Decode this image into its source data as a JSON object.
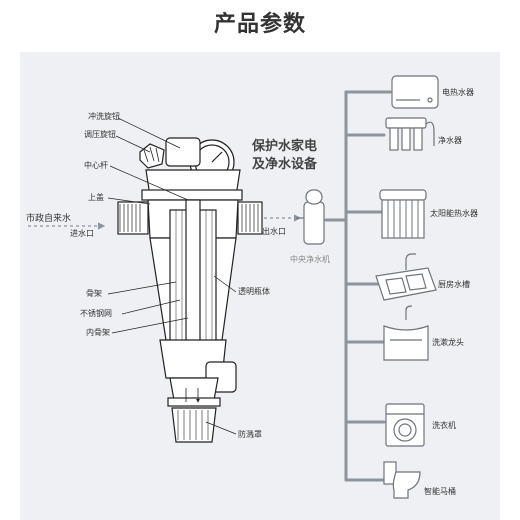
{
  "title": "产品参数",
  "left_labels": {
    "flush_knob": "冲洗旋钮",
    "pressure_knob": "调压旋钮",
    "center_rod": "中心杆",
    "upper_cover": "上盖",
    "skeleton": "骨架",
    "stainless_mesh": "不锈钢网",
    "inner_skeleton": "内骨架",
    "transparent_bottle": "透明瓶体",
    "anti_splash_cover": "防溅罩"
  },
  "flow": {
    "source": "市政自来水",
    "inlet": "进水口",
    "outlet": "出水口",
    "protect_line1": "保护水家电",
    "protect_line2": "及净水设备",
    "central_unit": "中央净水机"
  },
  "appliances": [
    {
      "name": "电热水器",
      "icon": "water-heater-icon"
    },
    {
      "name": "净水器",
      "icon": "water-purifier-icon"
    },
    {
      "name": "太阳能热水器",
      "icon": "solar-heater-icon"
    },
    {
      "name": "厨房水槽",
      "icon": "kitchen-sink-icon"
    },
    {
      "name": "洗漱龙头",
      "icon": "basin-faucet-icon"
    },
    {
      "name": "洗衣机",
      "icon": "washing-machine-icon"
    },
    {
      "name": "智能马桶",
      "icon": "smart-toilet-icon"
    }
  ],
  "colors": {
    "background": "#eef0f3",
    "line": "#8d949c",
    "outline": "#222222"
  }
}
